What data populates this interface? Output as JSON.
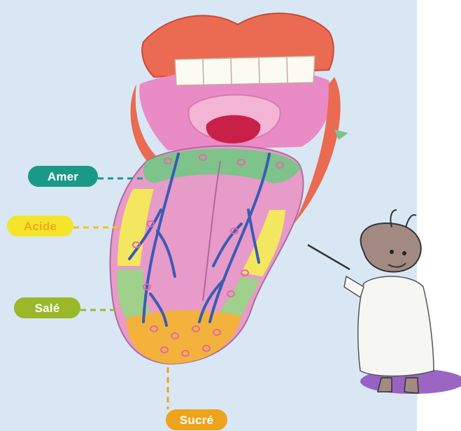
{
  "labels": {
    "bitter": {
      "text": "Amer",
      "color": "#1a9a86"
    },
    "sour": {
      "text": "Acide",
      "color": "#f4e52b",
      "text_color": "#f2a91c"
    },
    "salty": {
      "text": "Salé",
      "color": "#9ab82a"
    },
    "sweet": {
      "text": "Sucré",
      "color": "#eea31c"
    }
  },
  "zone_colors": {
    "bitter": "#7ec38a",
    "sour": "#f4e760",
    "salty": "#9fd08c",
    "sweet": "#f2b23c",
    "center": "#e79bc8",
    "lips": "#ea6a52",
    "veins": "#3b5bb5"
  }
}
